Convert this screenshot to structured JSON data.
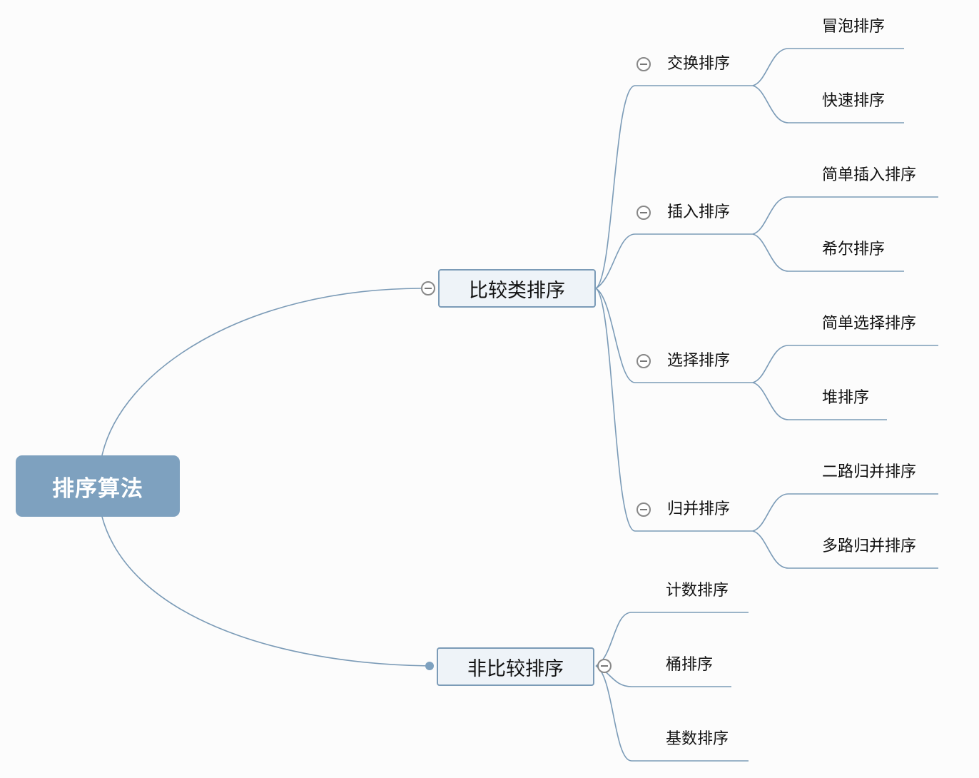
{
  "root": {
    "label": "排序算法"
  },
  "branches": [
    {
      "label": "比较类排序",
      "children": [
        {
          "label": "交换排序",
          "children": [
            "冒泡排序",
            "快速排序"
          ]
        },
        {
          "label": "插入排序",
          "children": [
            "简单插入排序",
            "希尔排序"
          ]
        },
        {
          "label": "选择排序",
          "children": [
            "简单选择排序",
            "堆排序"
          ]
        },
        {
          "label": "归并排序",
          "children": [
            "二路归并排序",
            "多路归并排序"
          ]
        }
      ]
    },
    {
      "label": "非比较排序",
      "children": [
        {
          "label": "计数排序"
        },
        {
          "label": "桶排序"
        },
        {
          "label": "基数排序"
        }
      ]
    }
  ],
  "colors": {
    "line": "#7b9bb7",
    "root_fill": "#7ea1bf",
    "node_fill": "#eef3f8"
  }
}
